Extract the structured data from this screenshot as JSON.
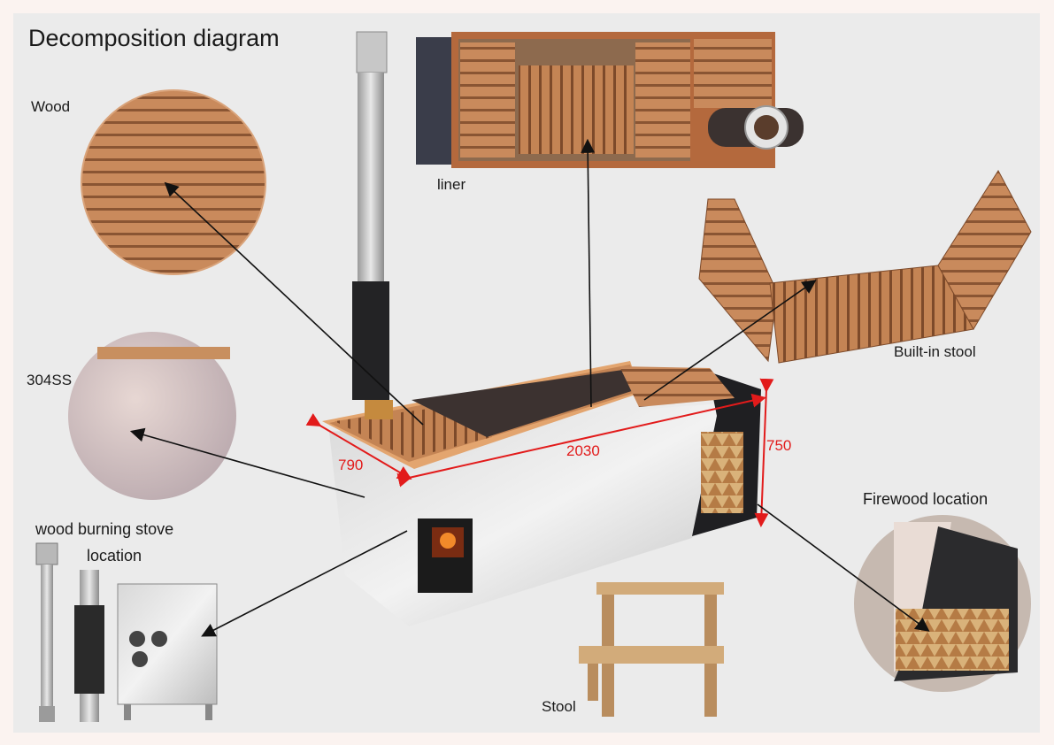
{
  "diagram": {
    "title": "Decomposition diagram",
    "labels": {
      "wood": "Wood",
      "liner": "liner",
      "stainless": "304SS",
      "built_in_stool": "Built-in stool",
      "stove_line1": "wood burning stove",
      "stove_line2": "location",
      "firewood": "Firewood location",
      "stool": "Stool"
    },
    "dimensions": {
      "width": "790",
      "length": "2030",
      "height": "750"
    }
  }
}
